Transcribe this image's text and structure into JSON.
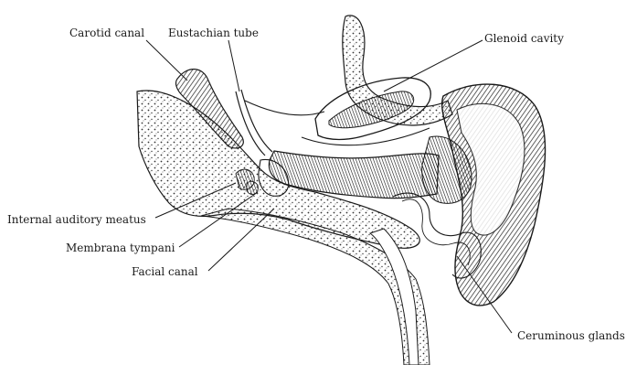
{
  "figure": {
    "labels": {
      "carotid_canal": "Carotid canal",
      "eustachian_tube": "Eustachian tube",
      "glenoid_cavity": "Glenoid cavity",
      "internal_auditory_meatus": "Internal auditory meatus",
      "membrana_tympani": "Membrana tympani",
      "facial_canal": "Facial canal",
      "ceruminous_glands": "Ceruminous glands"
    },
    "colors": {
      "ink": "#1a1a1a",
      "paper": "#ffffff",
      "shade": "#2b2b2b"
    }
  }
}
